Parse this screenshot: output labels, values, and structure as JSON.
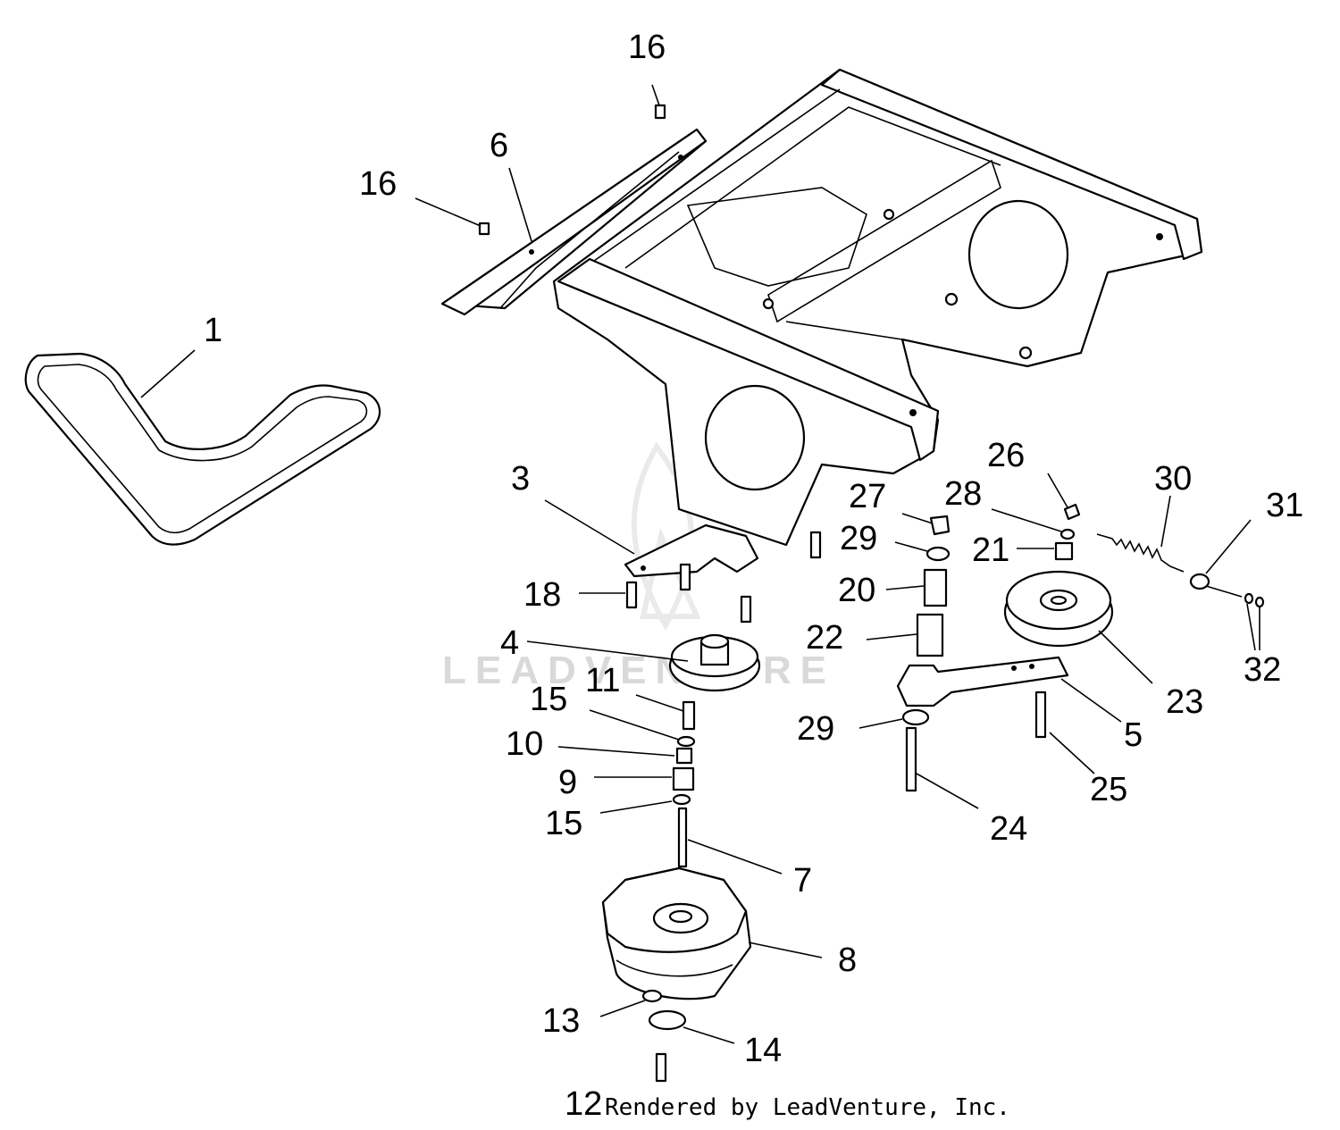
{
  "diagram": {
    "watermark": "LEADVENTURE",
    "credit": "Rendered by LeadVenture, Inc.",
    "callouts": [
      "1",
      "3",
      "4",
      "5",
      "6",
      "7",
      "8",
      "9",
      "10",
      "11",
      "12",
      "13",
      "14",
      "15",
      "16",
      "18",
      "20",
      "21",
      "22",
      "23",
      "24",
      "25",
      "26",
      "27",
      "28",
      "29",
      "30",
      "31",
      "32"
    ]
  }
}
